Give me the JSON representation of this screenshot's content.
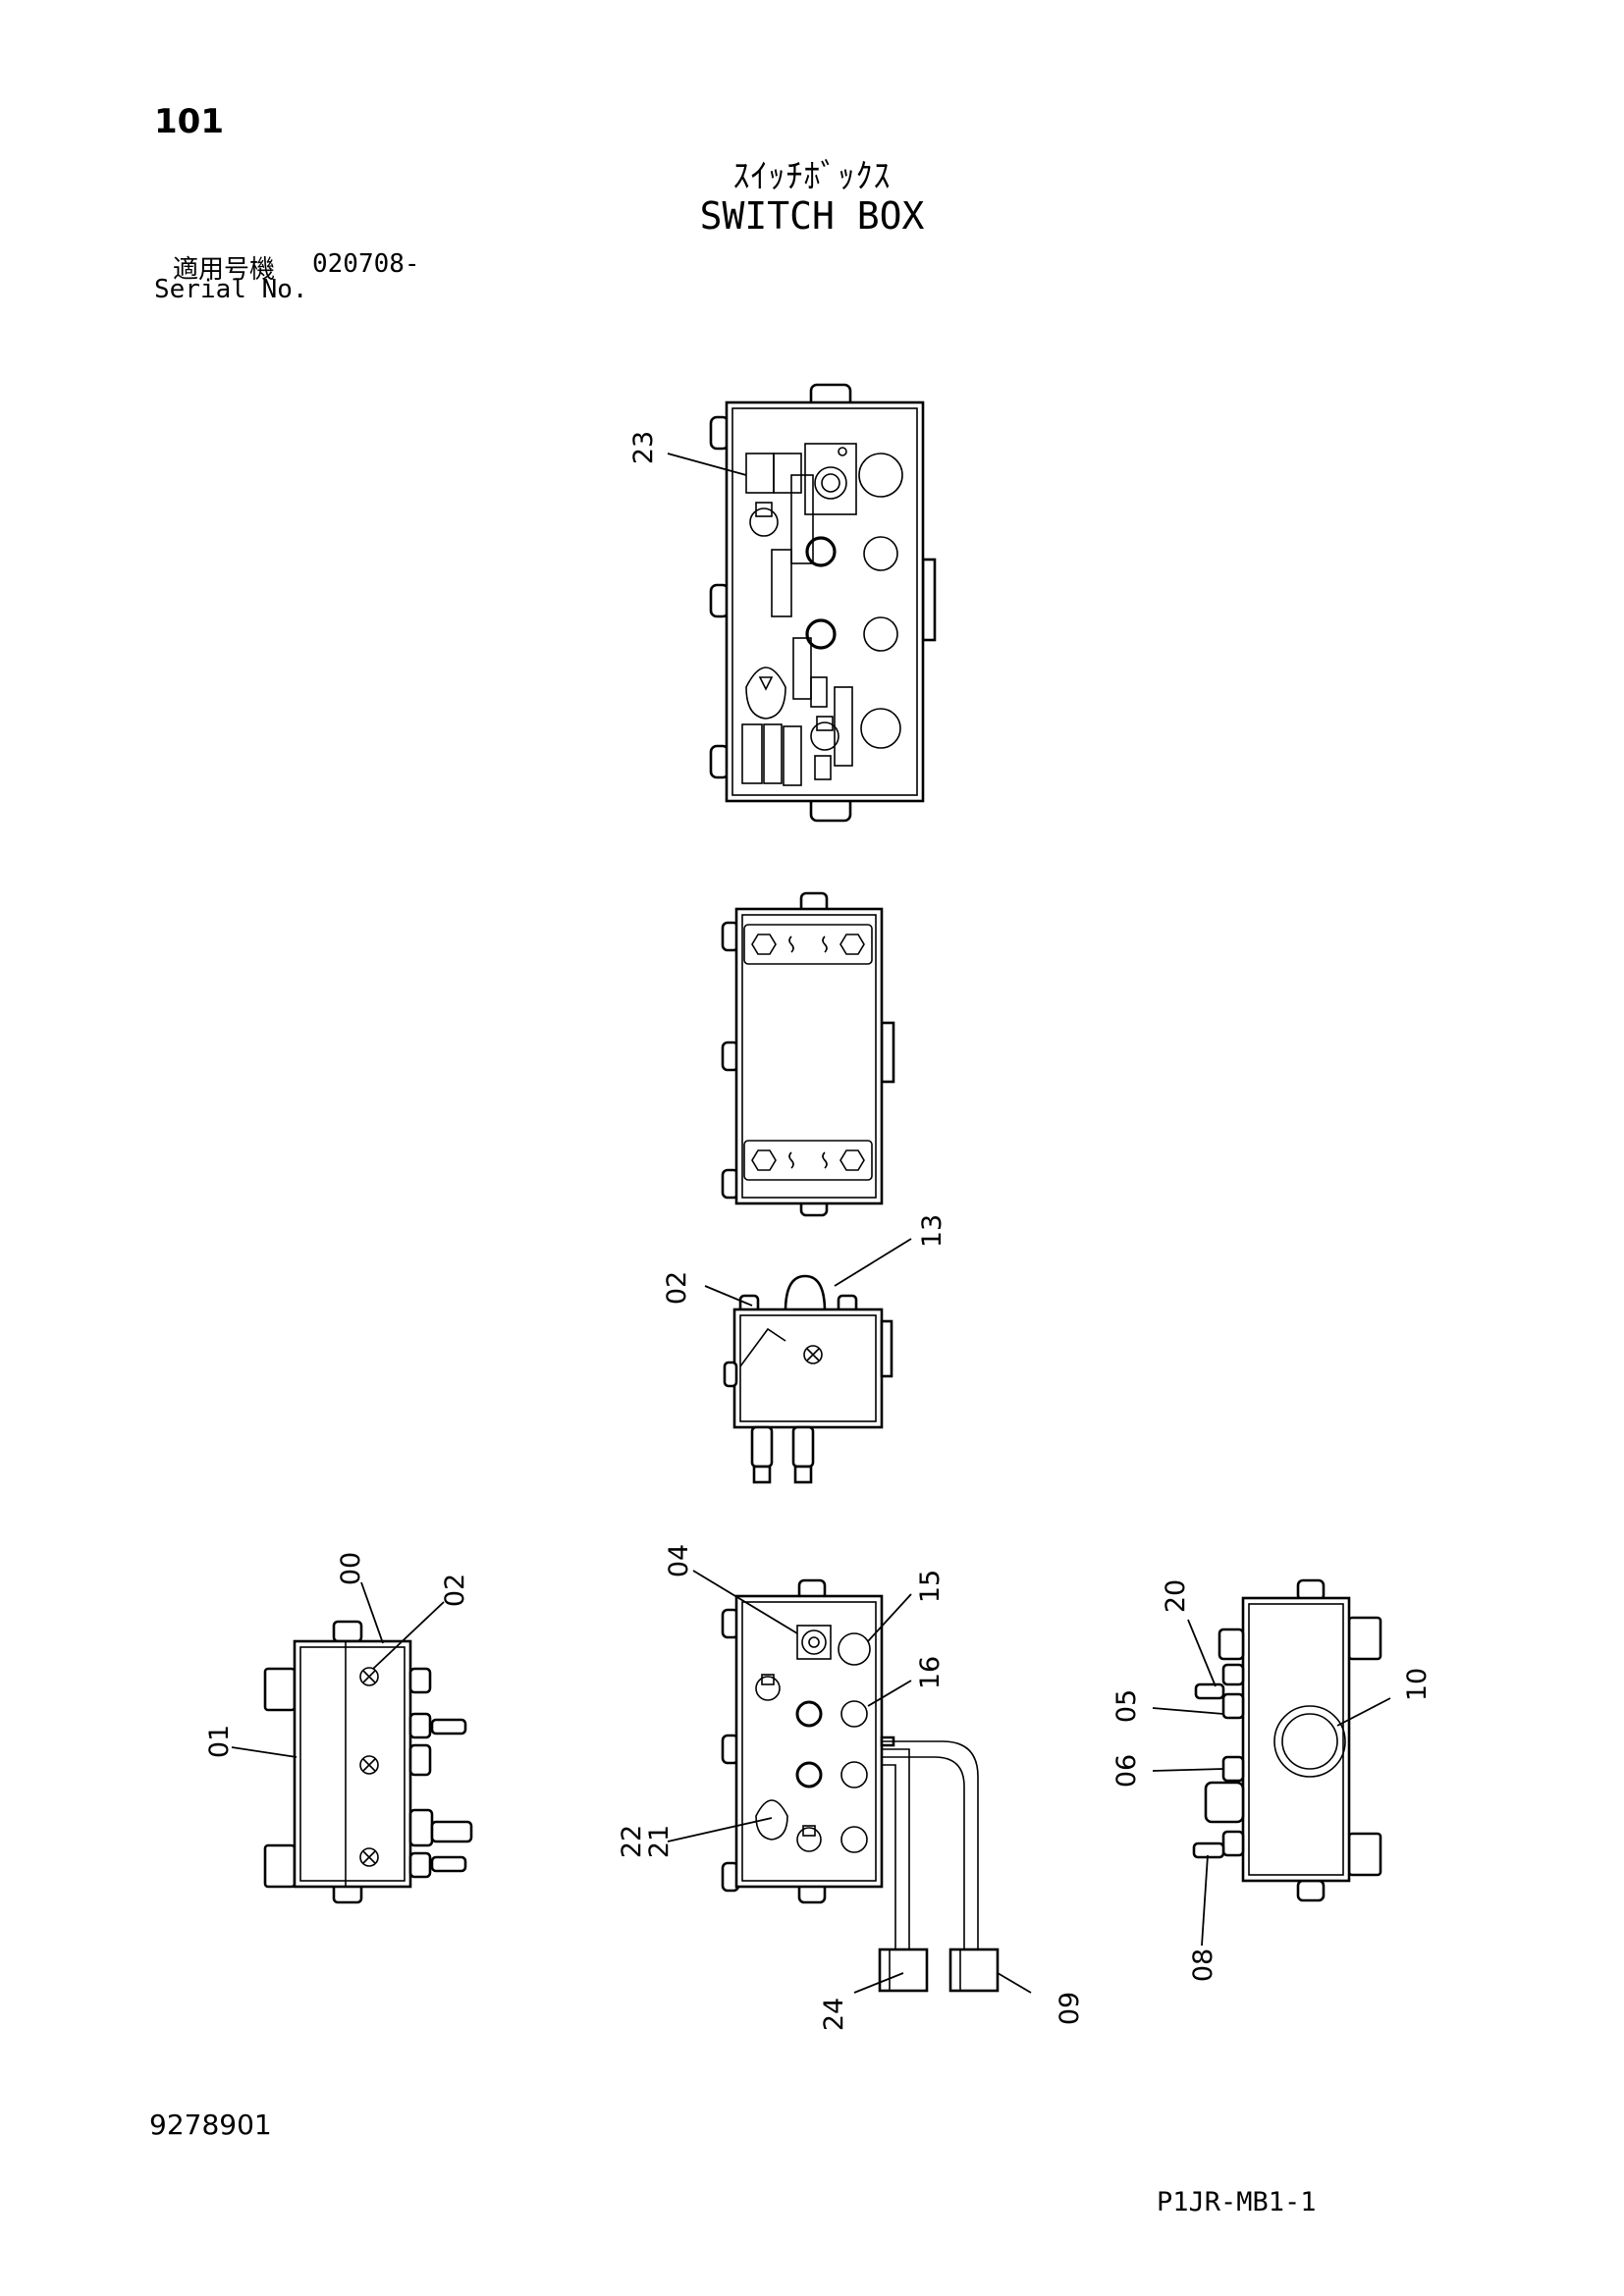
{
  "header": {
    "page_number": "101",
    "title_jp": "ｽｲｯﾁﾎﾞｯｸｽ",
    "title_en": "SWITCH BOX",
    "serial_label_jp": "適用号機",
    "serial_value": "020708-",
    "serial_label_en": "Serial No."
  },
  "callouts": [
    "23",
    "13",
    "02",
    "00",
    "02",
    "01",
    "04",
    "15",
    "16",
    "22",
    "21",
    "24",
    "09",
    "20",
    "05",
    "10",
    "06",
    "08"
  ],
  "footer": {
    "drawing_number": "9278901",
    "page_code": "P1JR-MB1-1"
  }
}
